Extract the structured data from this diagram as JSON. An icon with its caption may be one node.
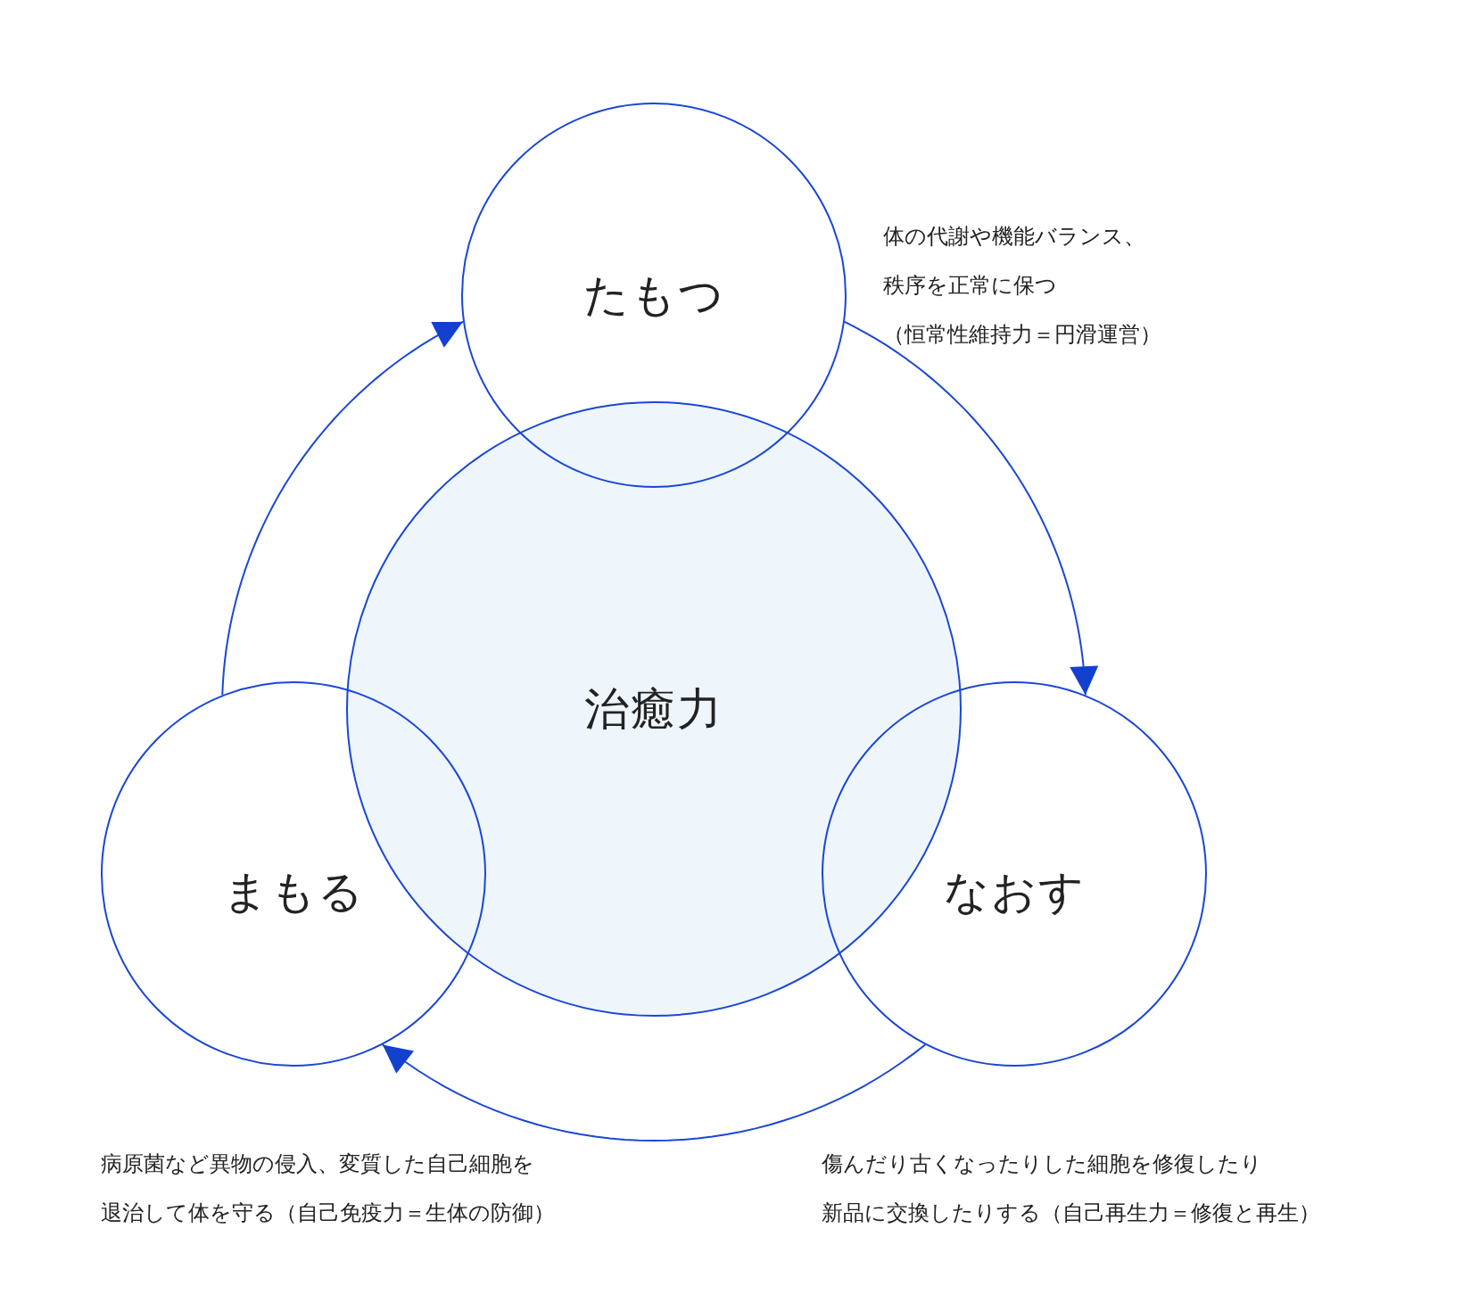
{
  "diagram": {
    "nodes": [
      {
        "text": [
          "たもつ"
        ],
        "beside": [
          "体の代謝や機能バランス、",
          "秩序を正常に保つ",
          "（恒常性維持力＝円滑運営）"
        ]
      },
      {
        "text": [
          "治癒力"
        ]
      },
      {
        "text": [
          "まもる"
        ],
        "beside": [
          "病原菌など異物の侵入、変質した自己細胞を",
          "退治して体を守る（自己免疫力＝生体の防御）"
        ]
      },
      {
        "text": [
          "なおす"
        ],
        "beside": [
          "傷んだり古くなったりした細胞を修復したり",
          "新品に交換したりする（自己再生力＝修復と再生）"
        ]
      }
    ],
    "edges": [
      {
        "from": 2,
        "to": 0,
        "arrow": "to"
      },
      {
        "from": 0,
        "to": 3,
        "arrow": "to"
      },
      {
        "from": 3,
        "to": 2,
        "arrow": "to"
      }
    ]
  }
}
